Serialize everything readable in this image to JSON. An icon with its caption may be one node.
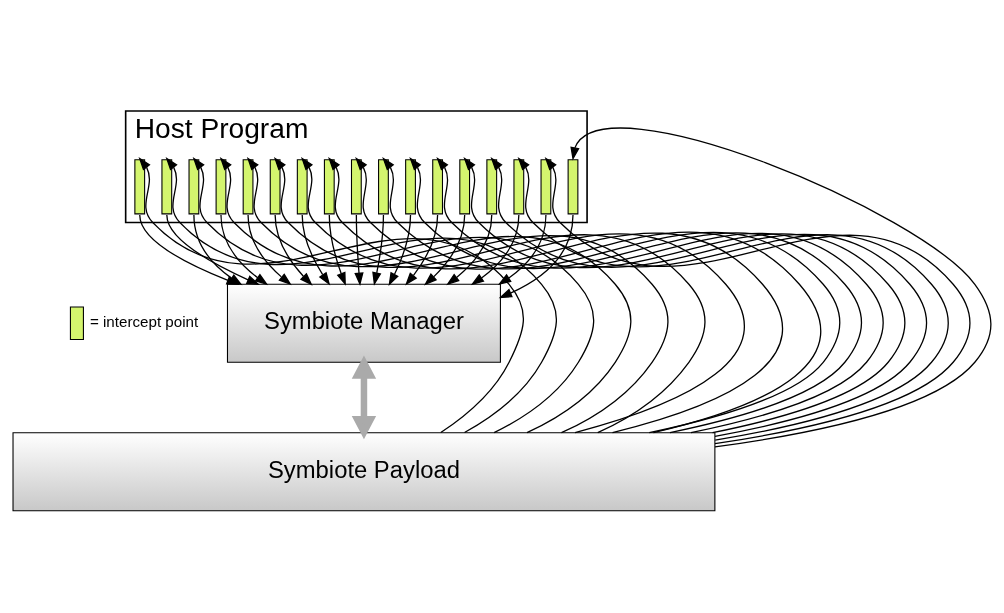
{
  "diagram": {
    "nodes": [
      {
        "text": [
          "Host Program"
        ]
      },
      {
        "text": [],
        "shape": "bar",
        "in": 0
      },
      {
        "text": [],
        "shape": "bar",
        "in": 0
      },
      {
        "text": [],
        "shape": "bar",
        "in": 0
      },
      {
        "text": [],
        "shape": "bar",
        "in": 0
      },
      {
        "text": [],
        "shape": "bar",
        "in": 0
      },
      {
        "text": [],
        "shape": "bar",
        "in": 0
      },
      {
        "text": [],
        "shape": "bar",
        "in": 0
      },
      {
        "text": [],
        "shape": "bar",
        "in": 0
      },
      {
        "text": [],
        "shape": "bar",
        "in": 0
      },
      {
        "text": [],
        "shape": "bar",
        "in": 0
      },
      {
        "text": [],
        "shape": "bar",
        "in": 0
      },
      {
        "text": [],
        "shape": "bar",
        "in": 0
      },
      {
        "text": [],
        "shape": "bar",
        "in": 0
      },
      {
        "text": [],
        "shape": "bar",
        "in": 0
      },
      {
        "text": [],
        "shape": "bar",
        "in": 0
      },
      {
        "text": [],
        "shape": "bar",
        "in": 0
      },
      {
        "text": [],
        "shape": "bar",
        "in": 0
      },
      {
        "text": [
          "Symbiote Manager"
        ]
      },
      {
        "text": [
          "Symbiote Payload"
        ]
      }
    ],
    "edges": [
      {
        "from": 19,
        "to": 1,
        "arrow": "to"
      },
      {
        "from": 19,
        "to": 2,
        "arrow": "to"
      },
      {
        "from": 19,
        "to": 3,
        "arrow": "to"
      },
      {
        "from": 19,
        "to": 4,
        "arrow": "to"
      },
      {
        "from": 19,
        "to": 5,
        "arrow": "to"
      },
      {
        "from": 19,
        "to": 6,
        "arrow": "to"
      },
      {
        "from": 19,
        "to": 7,
        "arrow": "to"
      },
      {
        "from": 19,
        "to": 8,
        "arrow": "to"
      },
      {
        "from": 19,
        "to": 9,
        "arrow": "to"
      },
      {
        "from": 19,
        "to": 10,
        "arrow": "to"
      },
      {
        "from": 19,
        "to": 11,
        "arrow": "to"
      },
      {
        "from": 19,
        "to": 12,
        "arrow": "to"
      },
      {
        "from": 19,
        "to": 13,
        "arrow": "to"
      },
      {
        "from": 19,
        "to": 14,
        "arrow": "to"
      },
      {
        "from": 19,
        "to": 15,
        "arrow": "to"
      },
      {
        "from": 19,
        "to": 16,
        "arrow": "to"
      },
      {
        "from": 19,
        "to": 17,
        "arrow": "to"
      },
      {
        "from": 1,
        "to": 18,
        "arrow": "to"
      },
      {
        "from": 2,
        "to": 18,
        "arrow": "to"
      },
      {
        "from": 3,
        "to": 18,
        "arrow": "to"
      },
      {
        "from": 4,
        "to": 18,
        "arrow": "to"
      },
      {
        "from": 5,
        "to": 18,
        "arrow": "to"
      },
      {
        "from": 6,
        "to": 18,
        "arrow": "to"
      },
      {
        "from": 7,
        "to": 18,
        "arrow": "to"
      },
      {
        "from": 8,
        "to": 18,
        "arrow": "to"
      },
      {
        "from": 9,
        "to": 18,
        "arrow": "to"
      },
      {
        "from": 10,
        "to": 18,
        "arrow": "to"
      },
      {
        "from": 11,
        "to": 18,
        "arrow": "to"
      },
      {
        "from": 12,
        "to": 18,
        "arrow": "to"
      },
      {
        "from": 13,
        "to": 18,
        "arrow": "to"
      },
      {
        "from": 14,
        "to": 18,
        "arrow": "to"
      },
      {
        "from": 15,
        "to": 18,
        "arrow": "to"
      },
      {
        "from": 16,
        "to": 18,
        "arrow": "to"
      },
      {
        "from": 17,
        "to": 18,
        "arrow": "to"
      },
      {
        "from": 18,
        "to": 19,
        "arrow": "both",
        "style": "thick",
        "color": "#aaaaaa"
      }
    ],
    "legend": [
      {
        "text": "= intercept point",
        "color": "#d4f56e"
      }
    ]
  }
}
